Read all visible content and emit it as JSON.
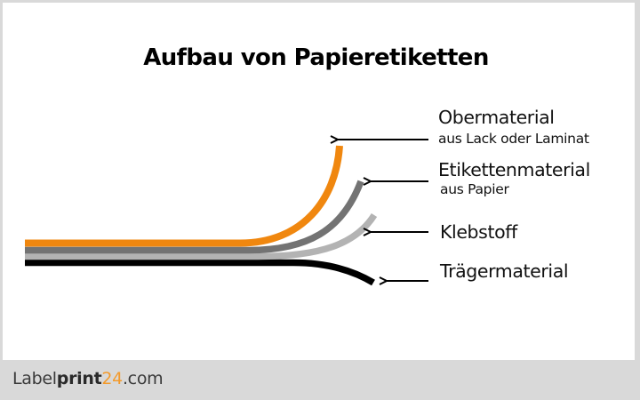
{
  "title": "Aufbau von Papieretiketten",
  "colors": {
    "background_frame": "#d9d9d9",
    "panel": "#ffffff",
    "obermaterial": "#f0870f",
    "etikettenmaterial": "#737373",
    "klebstoff": "#b3b3b3",
    "traegermaterial": "#000000",
    "logo_accent": "#f39a2b"
  },
  "layers": [
    {
      "id": "obermaterial",
      "label": "Obermaterial",
      "sublabel": "aus Lack oder Laminat",
      "color": "#f0870f"
    },
    {
      "id": "etikettenmaterial",
      "label": "Etikettenmaterial",
      "sublabel": "aus Papier",
      "color": "#737373"
    },
    {
      "id": "klebstoff",
      "label": "Klebstoff",
      "sublabel": "",
      "color": "#b3b3b3"
    },
    {
      "id": "traegermaterial",
      "label": "Trägermaterial",
      "sublabel": "",
      "color": "#000000"
    }
  ],
  "footer": {
    "logo_part1": "Label",
    "logo_part2": "print",
    "logo_part3": "24",
    "logo_part4": ".com"
  }
}
